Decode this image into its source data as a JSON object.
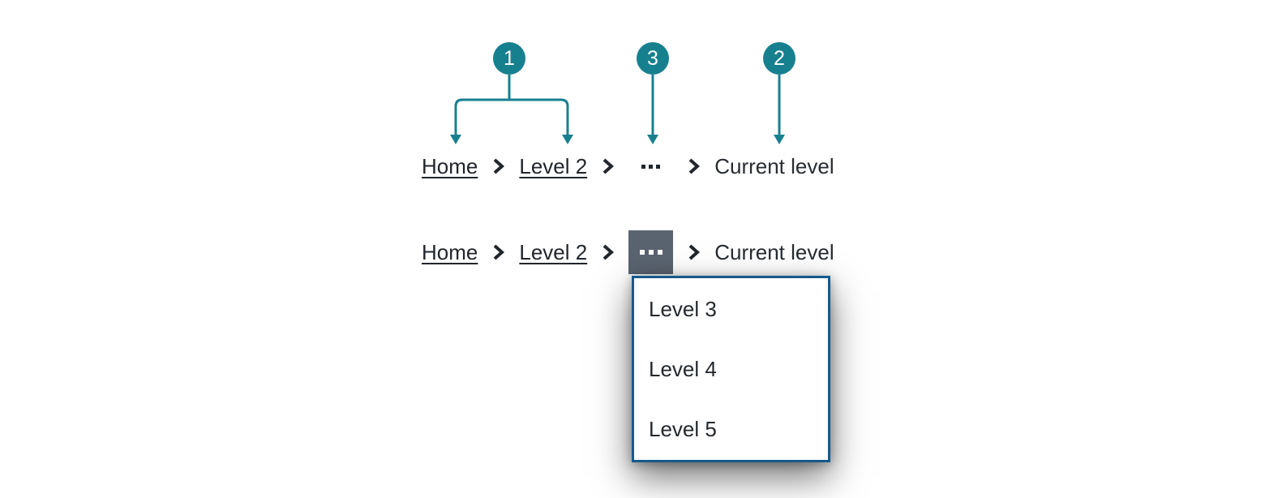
{
  "colors": {
    "accent_teal": "#17808F",
    "text": "#21262C",
    "ellipsis_button_bg": "#5A6470",
    "ellipsis_button_dots": "#FFFFFF",
    "dropdown_border": "#155A8C",
    "dropdown_bg": "#FFFFFF",
    "page_bg": "#FFFFFF"
  },
  "annotations": {
    "callouts": [
      {
        "number": "1",
        "points_to": "breadcrumb links (Home, Level 2)"
      },
      {
        "number": "3",
        "points_to": "ellipsis / collapsed items"
      },
      {
        "number": "2",
        "points_to": "current level item"
      }
    ]
  },
  "examples": {
    "default": {
      "items": [
        {
          "label": "Home",
          "type": "link"
        },
        {
          "label": "Level 2",
          "type": "link"
        },
        {
          "label": "⋯",
          "type": "ellipsis"
        },
        {
          "label": "Current level",
          "type": "current"
        }
      ]
    },
    "expanded": {
      "items": [
        {
          "label": "Home",
          "type": "link"
        },
        {
          "label": "Level 2",
          "type": "link"
        },
        {
          "label": "⋯",
          "type": "ellipsis-active"
        },
        {
          "label": "Current level",
          "type": "current"
        }
      ]
    }
  },
  "dropdown": {
    "items": [
      {
        "label": "Level 3"
      },
      {
        "label": "Level 4"
      },
      {
        "label": "Level 5"
      }
    ]
  }
}
